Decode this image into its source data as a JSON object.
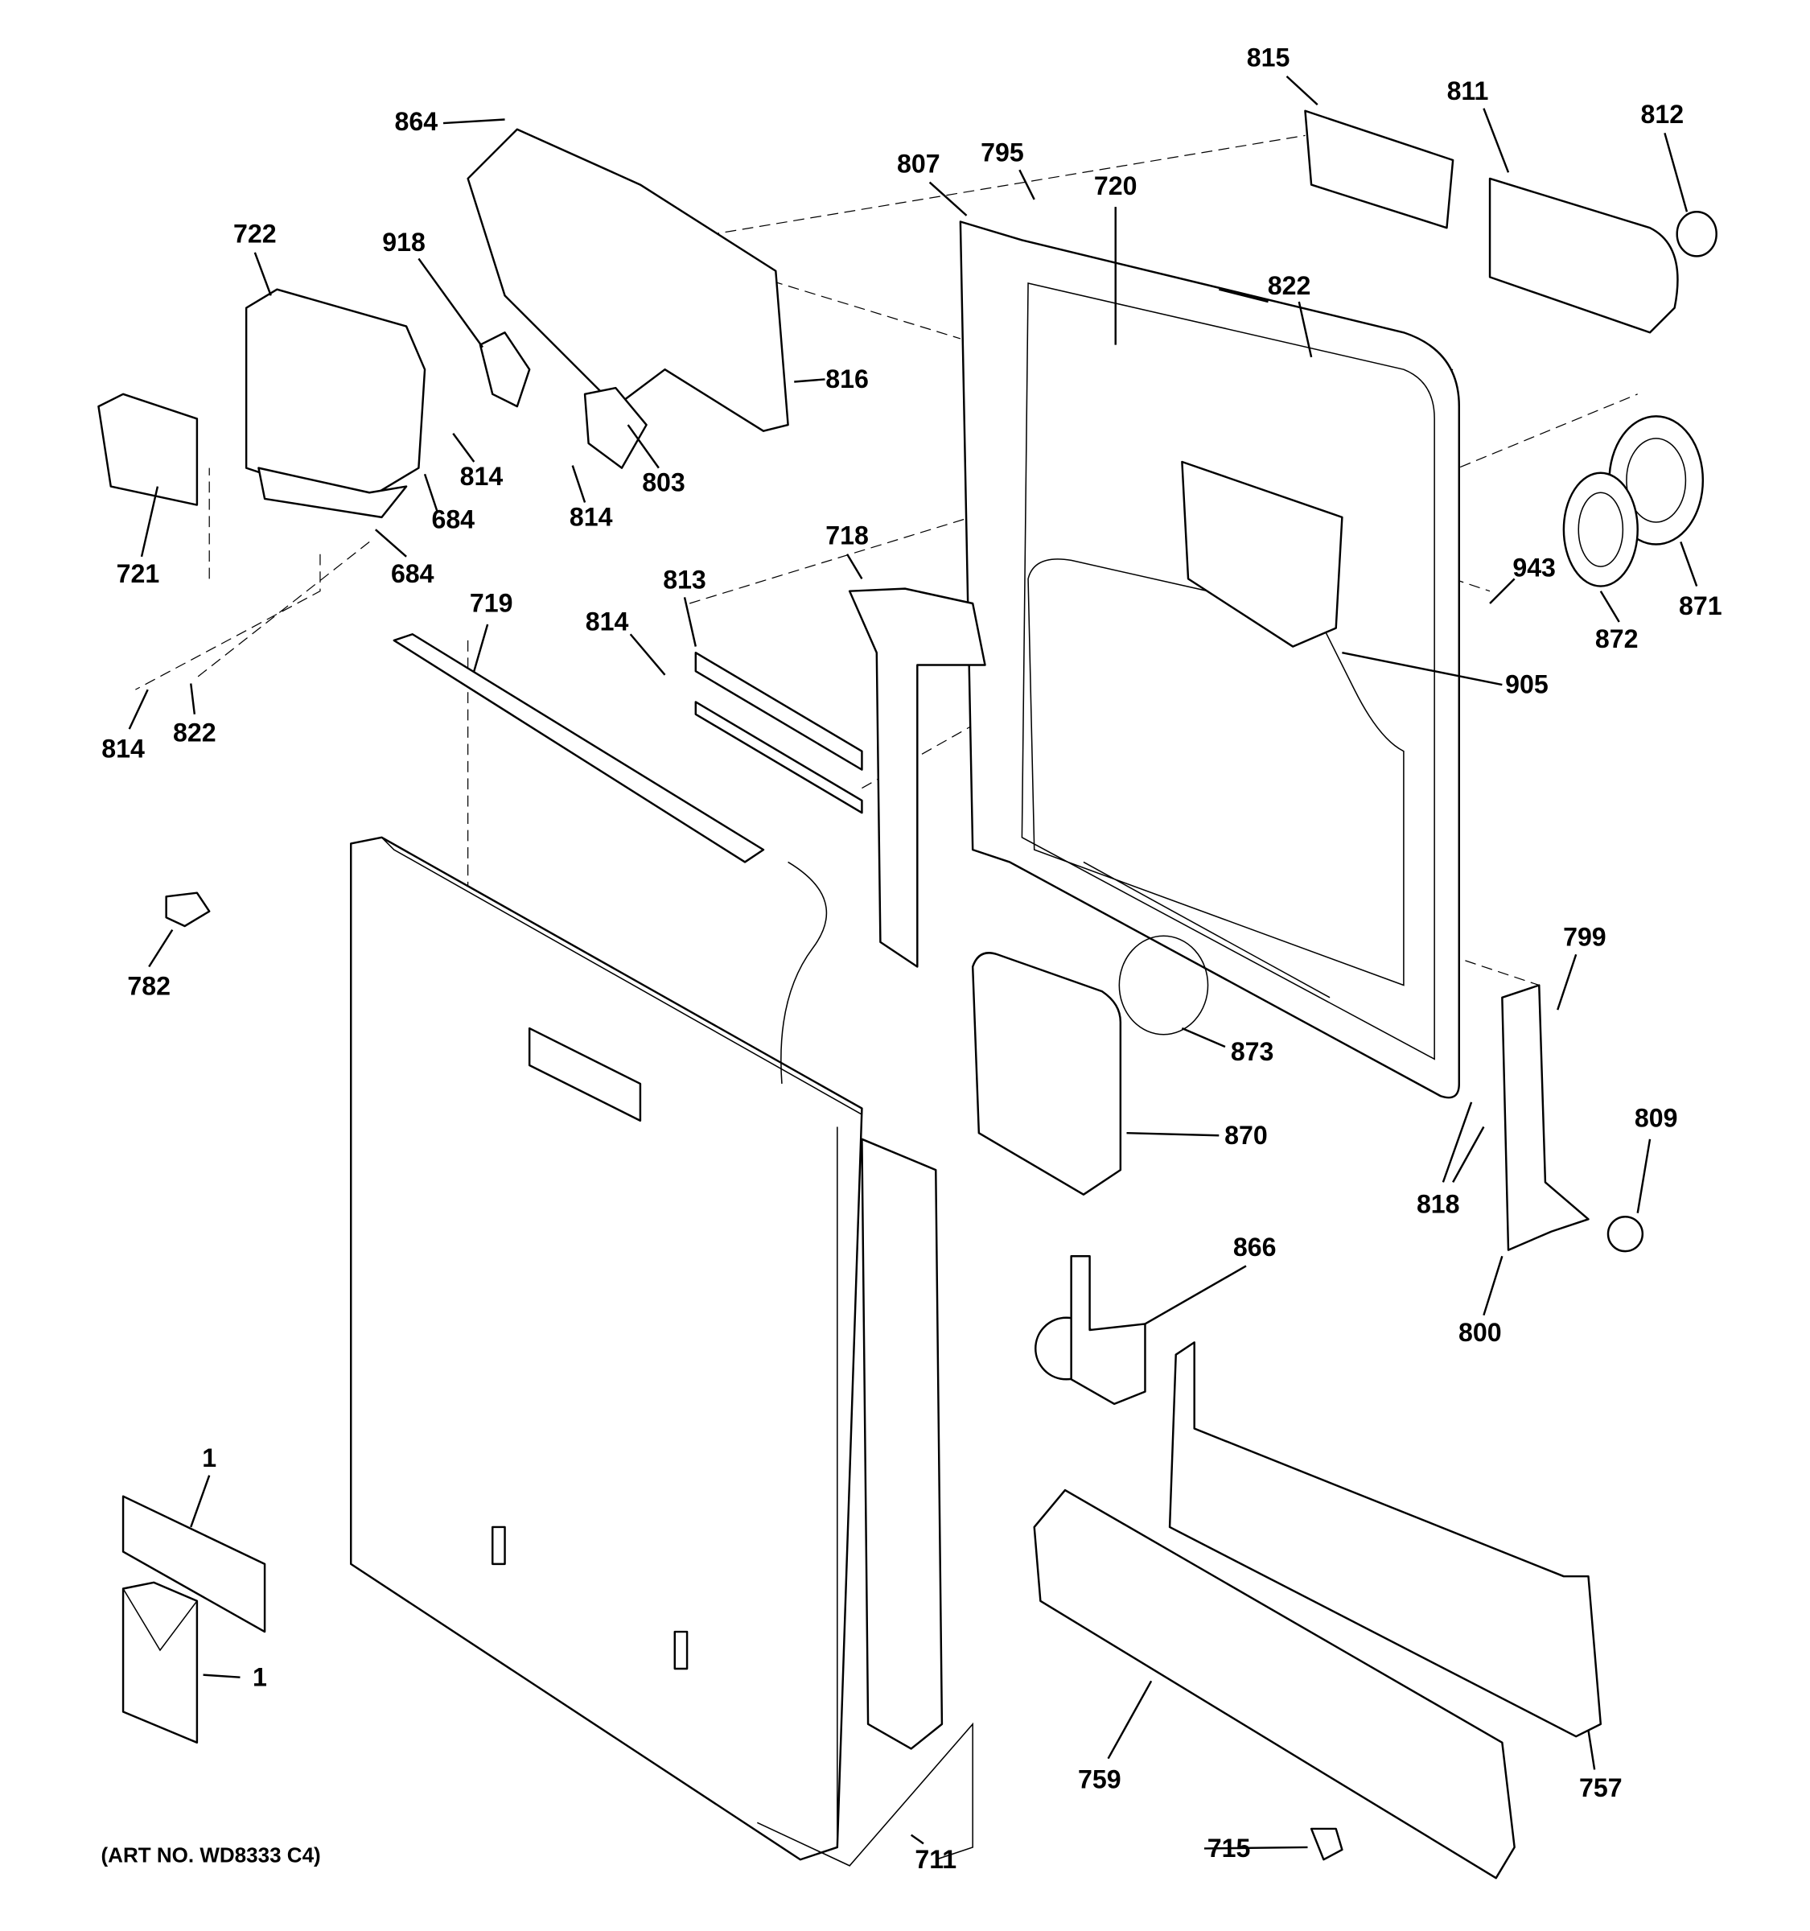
{
  "diagram": {
    "art_number": "(ART NO. WD8333 C4)",
    "part_labels": [
      "864",
      "722",
      "918",
      "816",
      "814",
      "684",
      "803",
      "814",
      "721",
      "684",
      "719",
      "813",
      "814",
      "718",
      "814",
      "822",
      "782",
      "815",
      "811",
      "812",
      "807",
      "795",
      "720",
      "822",
      "943",
      "872",
      "871",
      "905",
      "799",
      "873",
      "870",
      "809",
      "818",
      "866",
      "800",
      "1",
      "1",
      "759",
      "757",
      "715",
      "711"
    ]
  }
}
